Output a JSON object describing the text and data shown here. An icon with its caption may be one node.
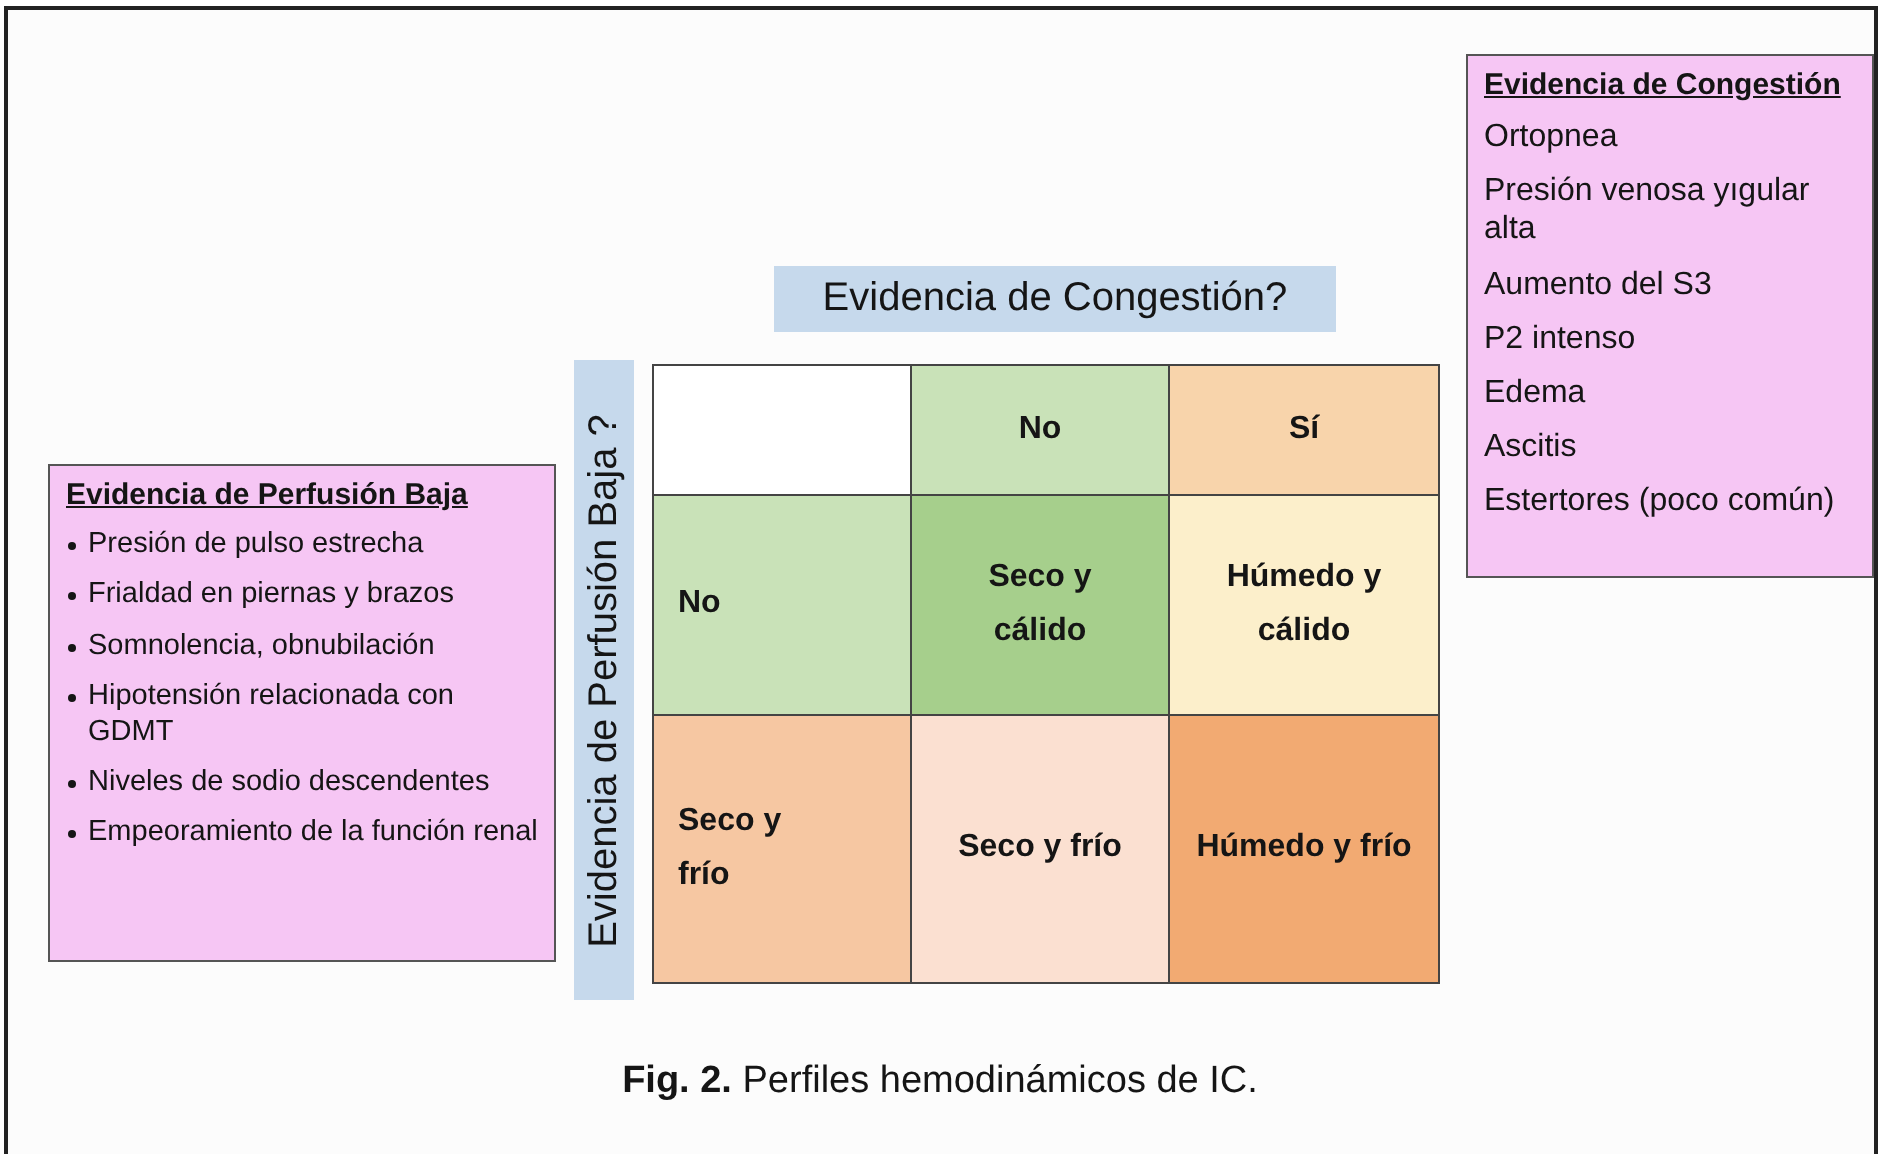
{
  "diagram": {
    "caption": "**Fig. 2.** Perfiles hemodinámicos de IC.",
    "nodes": [
      {
        "text": [
          "Evidencia de Congestión",
          "Ortopnea",
          "Presión venosa yıgular alta",
          "Aumento del S3",
          "P2 intenso",
          "Edema",
          "Ascitis",
          "Estertores (poco común)"
        ]
      },
      {
        "text": [
          "Evidencia de Congestión?"
        ]
      },
      {
        "text": [
          "Evidencia de Perfusión Baja ?"
        ]
      },
      {
        "text": [
          "Evidencia de Perfusión Baja",
          "Presión de pulso estrecha",
          "Frialdad en piernas y brazos",
          "Somnolencia, obnubilación",
          "Hipotensión relacionada con GDMT",
          "Niveles de sodio descendentes",
          "Empeoramiento de la función renal"
        ]
      },
      {
        "text": [],
        "shape": "box"
      },
      {
        "text": [
          "No"
        ]
      },
      {
        "text": [
          "Sí"
        ]
      },
      {
        "text": [
          "No"
        ]
      },
      {
        "text": [
          "Seco y cálido"
        ]
      },
      {
        "text": [
          "Húmedo y cálido"
        ]
      },
      {
        "text": [
          "Seco y frío"
        ]
      },
      {
        "text": [
          "Seco y frío"
        ]
      },
      {
        "text": [
          "Húmedo y frío"
        ]
      }
    ]
  }
}
